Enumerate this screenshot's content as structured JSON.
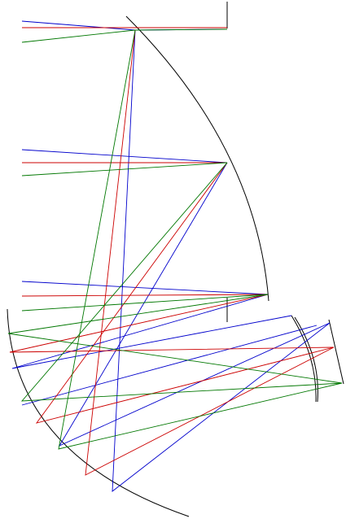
{
  "diagram": {
    "type": "optical-ray-trace",
    "colors": {
      "background": "#ffffff",
      "outline": "#000000",
      "ray_blue": "#0000cc",
      "ray_red": "#cc0000",
      "ray_green": "#007700"
    },
    "ray_series": [
      "ray_blue",
      "ray_red",
      "ray_green"
    ],
    "field_count": 3
  }
}
